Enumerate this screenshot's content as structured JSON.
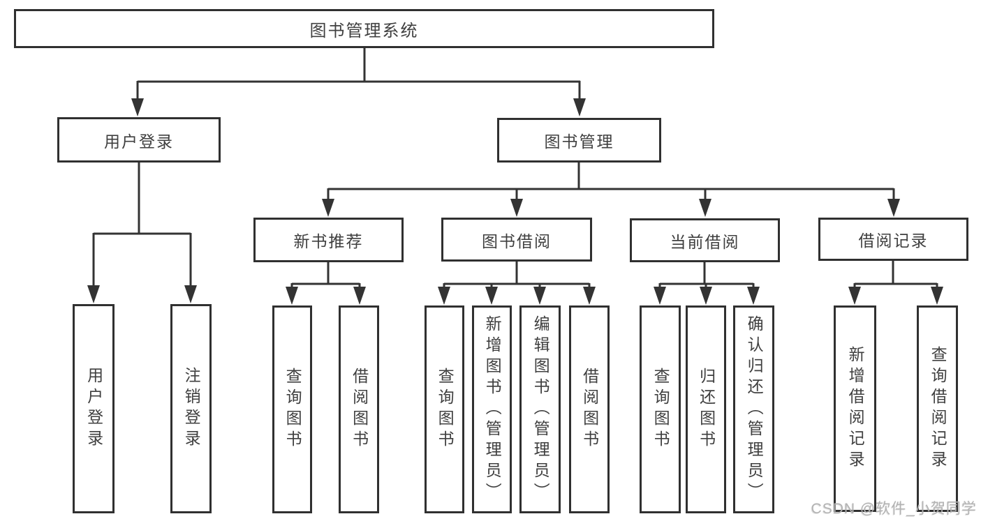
{
  "diagram": {
    "root": {
      "label": "图书管理系统"
    },
    "user_login": {
      "label": "用户登录",
      "children": {
        "login": "用户登录",
        "logout": "注销登录"
      }
    },
    "book_mgmt": {
      "label": "图书管理",
      "new_book": {
        "label": "新书推荐",
        "children": {
          "query": "查询图书",
          "borrow": "借阅图书"
        }
      },
      "borrow": {
        "label": "图书借阅",
        "children": {
          "query": "查询图书",
          "add": "新增图书（管理员）",
          "edit": "编辑图书（管理员）",
          "borrow": "借阅图书"
        }
      },
      "current": {
        "label": "当前借阅",
        "children": {
          "query": "查询图书",
          "return": "归还图书",
          "confirm": "确认归还（管理员）"
        }
      },
      "records": {
        "label": "借阅记录",
        "children": {
          "add": "新增借阅记录",
          "query": "查询借阅记录"
        }
      }
    }
  },
  "watermark": {
    "text": "CSDN @软件_小贺同学"
  },
  "colors": {
    "background": "#ffffff",
    "border": "#303030",
    "line": "#333333",
    "text": "#3f3f3f",
    "watermark": "#b3b3b3"
  }
}
